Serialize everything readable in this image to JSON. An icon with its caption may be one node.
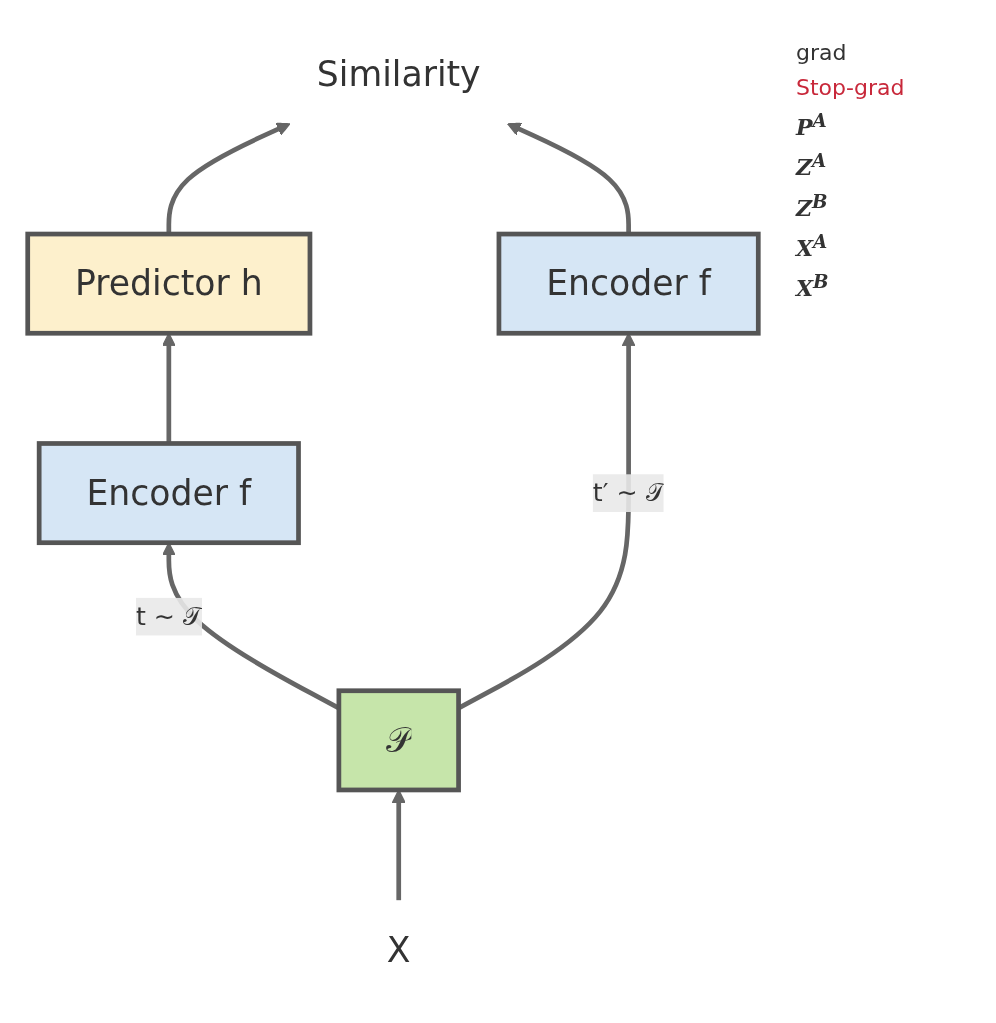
{
  "diagram": {
    "nodes": [
      {
        "text": [
          "X"
        ]
      },
      {
        "text": [
          "𝒫"
        ]
      },
      {
        "text": [
          "Encoder f"
        ]
      },
      {
        "text": [
          "Encoder f"
        ]
      },
      {
        "text": [
          "Predictor h"
        ]
      },
      {
        "text": [
          "Similarity"
        ]
      }
    ],
    "edges": [
      {
        "from": 0,
        "to": 1,
        "arrow": "to"
      },
      {
        "from": 1,
        "to": 2,
        "arrow": "to",
        "label": "t ∼ 𝒯"
      },
      {
        "from": 1,
        "to": 3,
        "arrow": "to",
        "label": "t′ ∼ 𝒯"
      },
      {
        "from": 2,
        "to": 4,
        "arrow": "to"
      },
      {
        "from": 4,
        "to": 5,
        "arrow": "to"
      },
      {
        "from": 3,
        "to": 5,
        "arrow": "to"
      }
    ],
    "labels": [
      "grad",
      "Stop-grad",
      "P$^{A}$",
      "Z$^{A}$",
      "Z$^{B}$",
      "X$^{A}$",
      "X$^{B}$"
    ]
  }
}
